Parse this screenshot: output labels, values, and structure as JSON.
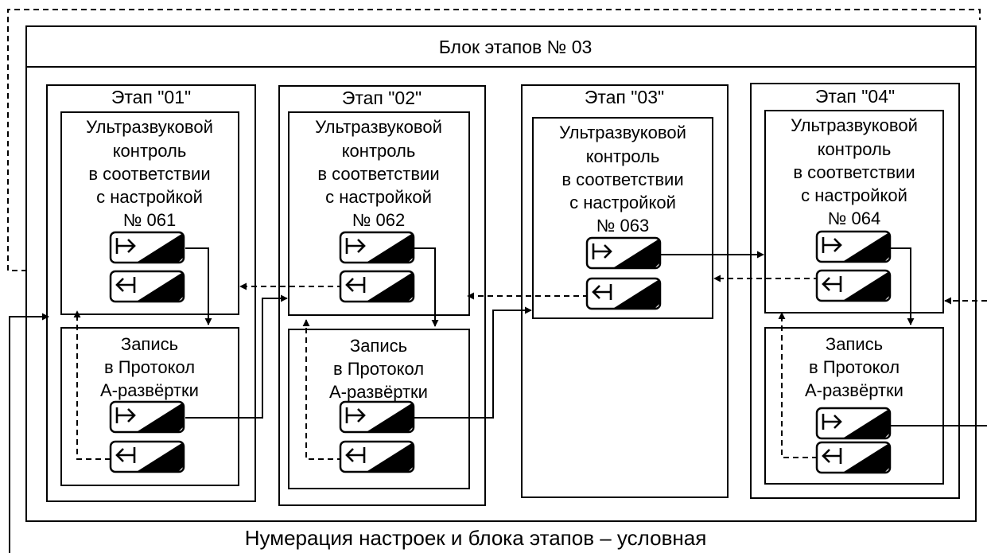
{
  "block": {
    "title": "Блок этапов № 03"
  },
  "stages": [
    {
      "title": "Этап \"01\"",
      "scan": [
        "Ультразвуковой",
        "контроль",
        "в соответствии",
        "с настройкой",
        "№ 061"
      ],
      "record": [
        "Запись",
        "в Протокол",
        "А-развёртки"
      ]
    },
    {
      "title": "Этап \"02\"",
      "scan": [
        "Ультразвуковой",
        "контроль",
        "в соответствии",
        "с настройкой",
        "№ 062"
      ],
      "record": [
        "Запись",
        "в Протокол",
        "А-развёртки"
      ]
    },
    {
      "title": "Этап \"03\"",
      "scan": [
        "Ультразвуковой",
        "контроль",
        "в соответствии",
        "с настройкой",
        "№ 063"
      ]
    },
    {
      "title": "Этап \"04\"",
      "scan": [
        "Ультразвуковой",
        "контроль",
        "в соответствии",
        "с настройкой",
        "№ 064"
      ],
      "record": [
        "Запись",
        "в Протокол",
        "А-развёртки"
      ]
    }
  ],
  "buttons": {
    "forward_icon": "forward-arrow-icon",
    "back_icon": "back-arrow-icon"
  },
  "caption": "Нумерация настроек и блока этапов – условная"
}
